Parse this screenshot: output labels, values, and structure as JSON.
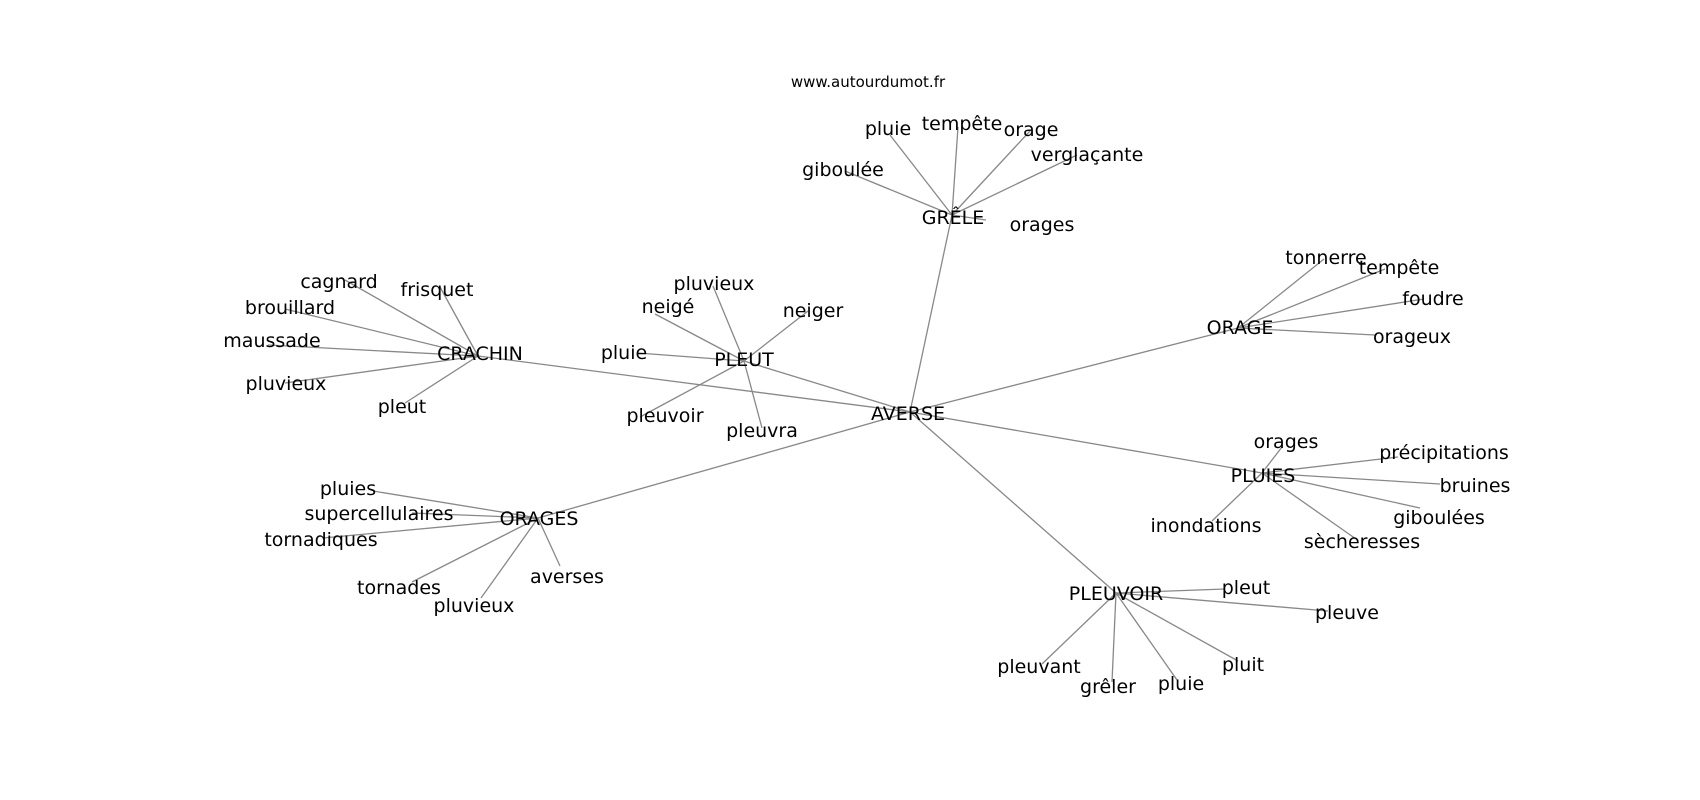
{
  "header": {
    "source": "www.autourdumot.fr"
  },
  "graph": {
    "center": "AVERSE",
    "hubs": [
      {
        "label": "GRÊLE",
        "leaves": [
          "pluie",
          "tempête",
          "orage",
          "giboulée",
          "verglaçante",
          "orages"
        ]
      },
      {
        "label": "ORAGE",
        "leaves": [
          "tonnerre",
          "tempête",
          "foudre",
          "orageux"
        ]
      },
      {
        "label": "PLUIES",
        "leaves": [
          "orages",
          "précipitations",
          "bruines",
          "giboulées",
          "sècheresses",
          "inondations"
        ]
      },
      {
        "label": "PLEUVOIR",
        "leaves": [
          "pleut",
          "pleuve",
          "pluit",
          "pluie",
          "grêler",
          "pleuvant"
        ]
      },
      {
        "label": "ORAGES",
        "leaves": [
          "pluies",
          "supercellulaires",
          "tornadiques",
          "tornades",
          "pluvieux",
          "averses"
        ]
      },
      {
        "label": "CRACHIN",
        "leaves": [
          "cagnard",
          "frisquet",
          "brouillard",
          "maussade",
          "pluvieux",
          "pleut"
        ]
      },
      {
        "label": "PLEUT",
        "leaves": [
          "pluvieux",
          "neigé",
          "neiger",
          "pluie",
          "pleuvoir",
          "pleuvra"
        ]
      }
    ]
  }
}
